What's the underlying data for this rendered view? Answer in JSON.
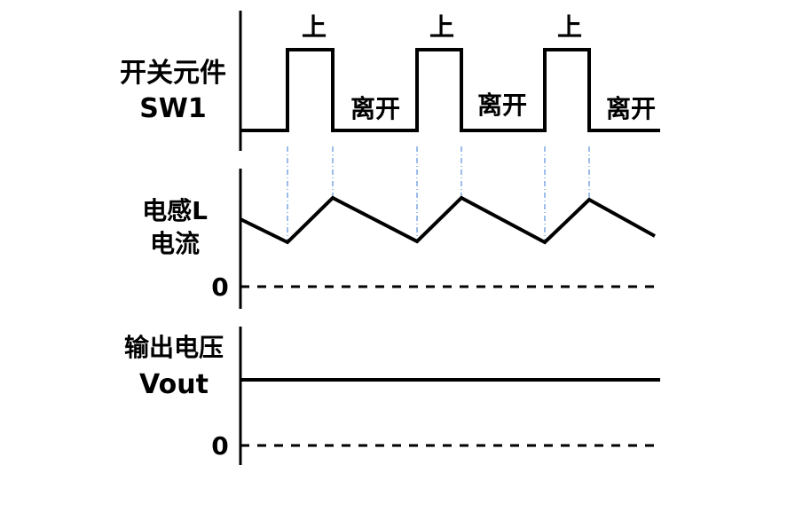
{
  "colors": {
    "line": "#000000",
    "guide": "#3a7bd5",
    "background": "#ffffff"
  },
  "panels": {
    "switch": {
      "label_line1": "开关元件",
      "label_line2": "SW1",
      "on_label": "上",
      "off_label": "离开"
    },
    "inductor": {
      "label_line1": "电感L",
      "label_line2": "电流",
      "zero_label": "0"
    },
    "output": {
      "label_line1": "输出电压",
      "label_line2": "Vout",
      "zero_label": "0"
    }
  }
}
